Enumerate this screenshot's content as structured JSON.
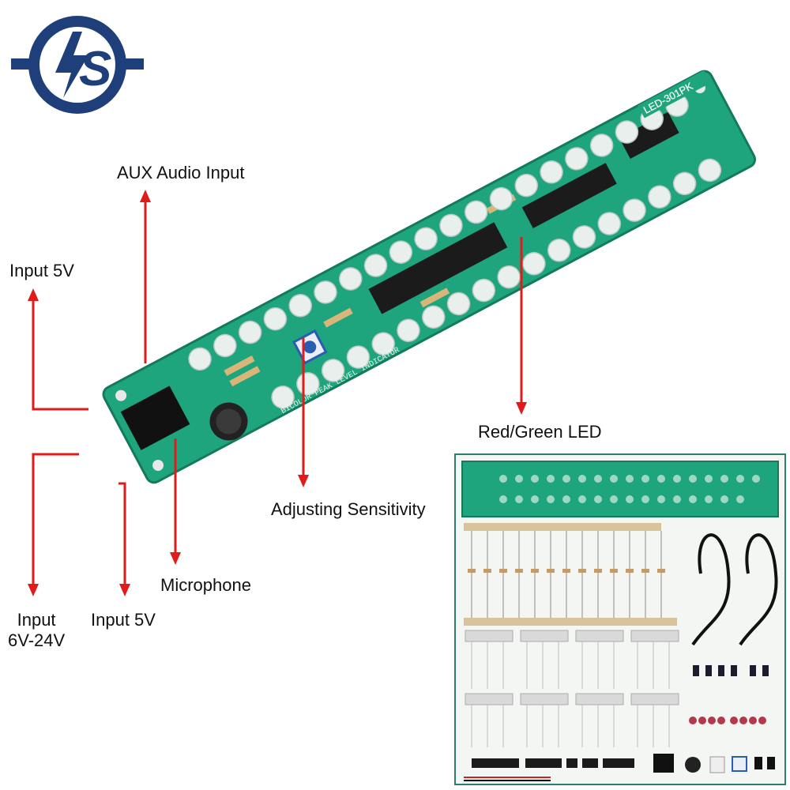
{
  "brand": {
    "logo_text": "S",
    "logo_color": "#1f3f7a"
  },
  "board": {
    "model_text": "LED-301PK",
    "silkscreen_text": "BICOLOR PEAK LEVEL INDICATOR",
    "pcb_color": "#1fa57d"
  },
  "callouts": {
    "aux_audio_input": "AUX Audio Input",
    "input_5v_top": "Input 5V",
    "red_green_led": "Red/Green LED",
    "adjusting_sensitivity": "Adjusting Sensitivity",
    "microphone": "Microphone",
    "input_6v_24v": "Input\n6V-24V",
    "input_5v_bottom": "Input 5V"
  },
  "colors": {
    "arrow": "#e01b1b",
    "inset_border": "#2e7d6d"
  }
}
